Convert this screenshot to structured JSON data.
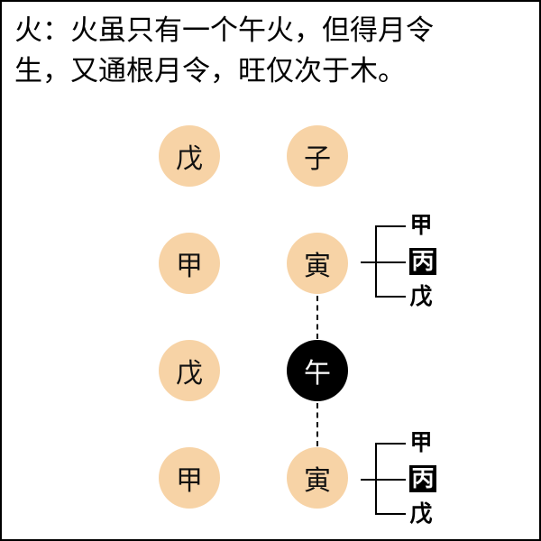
{
  "caption": {
    "line1": "火：火虽只有一个午火，但得月令",
    "line2": "生，又通根月令，旺仅次于木。"
  },
  "chart": {
    "stems": [
      "戊",
      "甲",
      "戊",
      "甲"
    ],
    "branches": [
      "子",
      "寅",
      "午",
      "寅"
    ],
    "highlighted_branch": "午"
  },
  "hidden_stems": {
    "yin_upper": [
      "甲",
      "丙",
      "戊"
    ],
    "yin_lower": [
      "甲",
      "丙",
      "戊"
    ],
    "highlighted": "丙"
  },
  "colors": {
    "circle_fill": "#f7d3a6",
    "highlight_fill": "#000000",
    "highlight_text": "#ffffff"
  }
}
